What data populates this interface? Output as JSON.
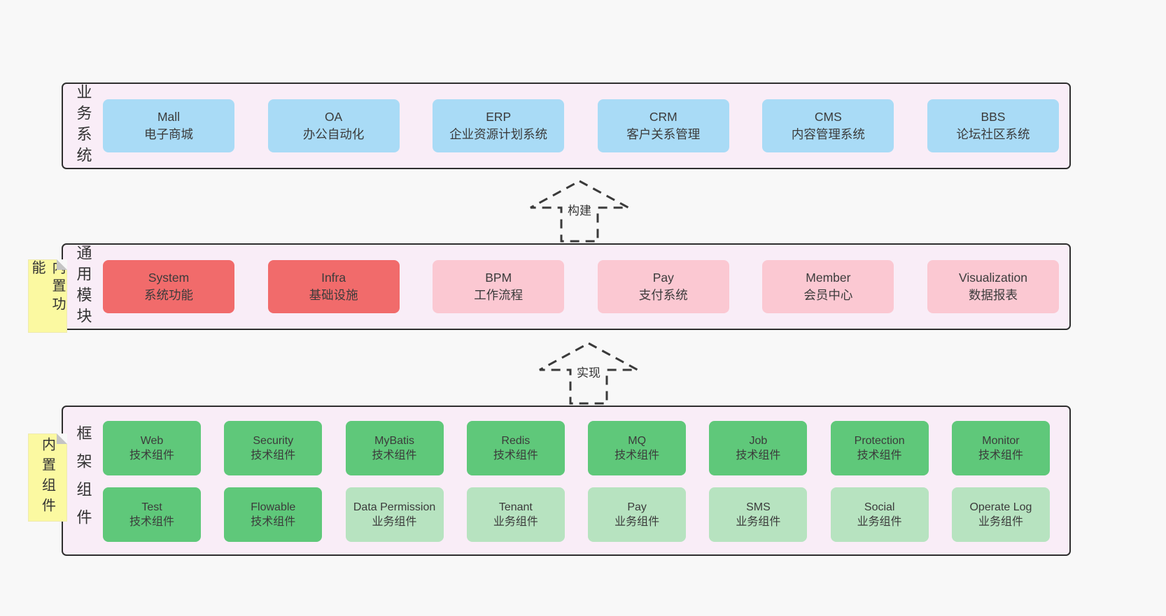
{
  "diagram": {
    "colors": {
      "page_bg": "#f8f8f8",
      "band_bg": "#f9edf7",
      "band_border": "#2e2e2e",
      "blue_box": "#a9dbf6",
      "red_box": "#f16b6b",
      "pink_box": "#fbc8d2",
      "green_dark_box": "#5fc87a",
      "green_light_box": "#b7e3c0",
      "note_yellow": "#fbf9a1"
    },
    "arrows": [
      {
        "label": "构建"
      },
      {
        "label": "实现"
      }
    ],
    "bands": [
      {
        "label": "业务系统",
        "boxes": [
          {
            "title": "Mall",
            "subtitle": "电子商城"
          },
          {
            "title": "OA",
            "subtitle": "办公自动化"
          },
          {
            "title": "ERP",
            "subtitle": "企业资源计划系统"
          },
          {
            "title": "CRM",
            "subtitle": "客户关系管理"
          },
          {
            "title": "CMS",
            "subtitle": "内容管理系统"
          },
          {
            "title": "BBS",
            "subtitle": "论坛社区系统"
          }
        ]
      },
      {
        "label": "通用模块",
        "note": "内置功能",
        "boxes": [
          {
            "title": "System",
            "subtitle": "系统功能"
          },
          {
            "title": "Infra",
            "subtitle": "基础设施"
          },
          {
            "title": "BPM",
            "subtitle": "工作流程"
          },
          {
            "title": "Pay",
            "subtitle": "支付系统"
          },
          {
            "title": "Member",
            "subtitle": "会员中心"
          },
          {
            "title": "Visualization",
            "subtitle": "数据报表"
          }
        ]
      },
      {
        "label": "框架组件",
        "note": "内置组件",
        "rows": [
          [
            {
              "title": "Web",
              "subtitle": "技术组件"
            },
            {
              "title": "Security",
              "subtitle": "技术组件"
            },
            {
              "title": "MyBatis",
              "subtitle": "技术组件"
            },
            {
              "title": "Redis",
              "subtitle": "技术组件"
            },
            {
              "title": "MQ",
              "subtitle": "技术组件"
            },
            {
              "title": "Job",
              "subtitle": "技术组件"
            },
            {
              "title": "Protection",
              "subtitle": "技术组件"
            },
            {
              "title": "Monitor",
              "subtitle": "技术组件"
            }
          ],
          [
            {
              "title": "Test",
              "subtitle": "技术组件"
            },
            {
              "title": "Flowable",
              "subtitle": "技术组件"
            },
            {
              "title": "Data Permission",
              "subtitle": "业务组件"
            },
            {
              "title": "Tenant",
              "subtitle": "业务组件"
            },
            {
              "title": "Pay",
              "subtitle": "业务组件"
            },
            {
              "title": "SMS",
              "subtitle": "业务组件"
            },
            {
              "title": "Social",
              "subtitle": "业务组件"
            },
            {
              "title": "Operate Log",
              "subtitle": "业务组件"
            }
          ]
        ]
      }
    ]
  }
}
